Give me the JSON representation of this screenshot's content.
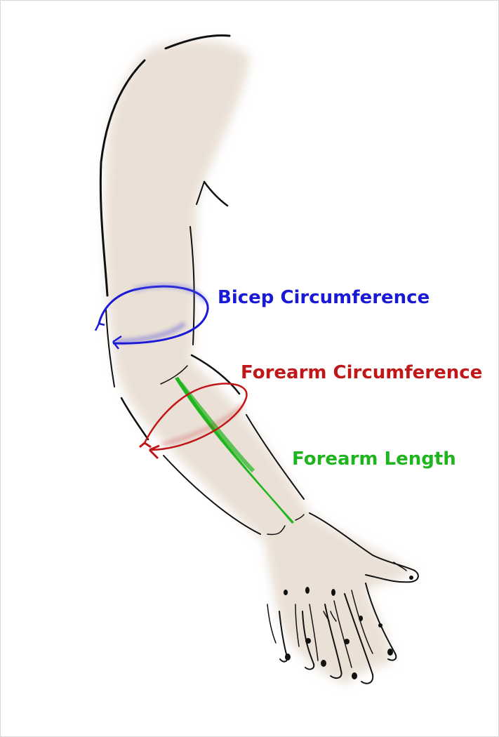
{
  "labels": {
    "bicep_circumference": "Bicep Circumference",
    "forearm_circumference": "Forearm Circumference",
    "forearm_length": "Forearm Length"
  },
  "colors": {
    "bicep": "#1a1ad6",
    "forearm_circumference": "#c01818",
    "forearm_length": "#1fb51f",
    "skin": "#ece2d8",
    "outline": "#111111"
  }
}
